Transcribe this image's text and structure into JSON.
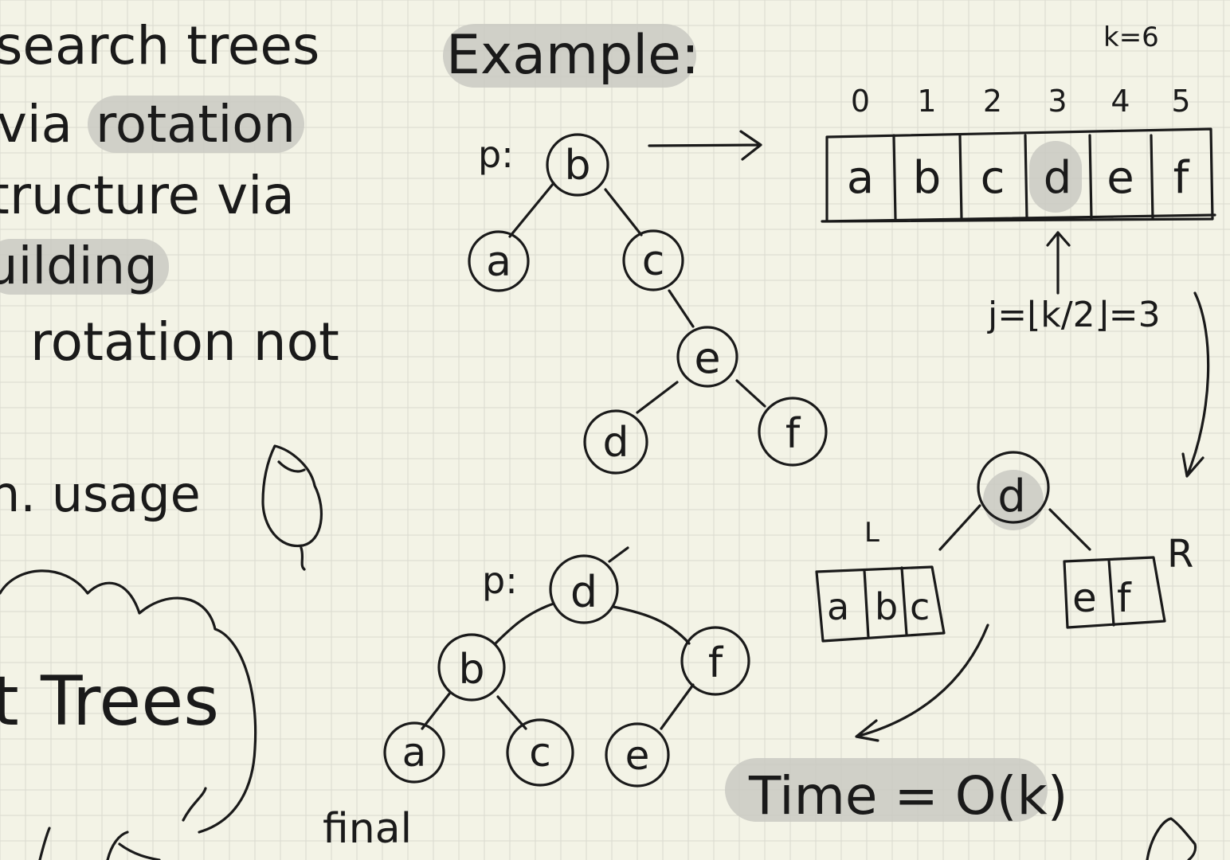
{
  "left_column": {
    "lines": [
      "search trees",
      "via",
      "rotation",
      "tructure via",
      "uilding",
      "rotation not",
      "n. usage",
      "t Trees"
    ]
  },
  "example": {
    "title": "Example:",
    "k_label": "k=6",
    "p_label_top": "p:",
    "p_label_bottom": "p:",
    "tree_before": [
      "b",
      "a",
      "c",
      "e",
      "d",
      "f"
    ],
    "array_indices": [
      "0",
      "1",
      "2",
      "3",
      "4",
      "5"
    ],
    "array_values": [
      "a",
      "b",
      "c",
      "d",
      "e",
      "f"
    ],
    "j_formula": "j=⌊k/2⌋=3",
    "root_label": "d",
    "L_label": "L",
    "R_label": "R",
    "left_subarray": [
      "a",
      "b",
      "c"
    ],
    "right_subarray": [
      "e",
      "f"
    ],
    "tree_after": [
      "d",
      "b",
      "f",
      "a",
      "c",
      "e"
    ],
    "final_label": "final",
    "time_label": "Time = O(k)"
  },
  "colors": {
    "paper": "#f3f3e6",
    "grid": "#d9d9cf",
    "ink": "#1a1a1a",
    "highlight": "#c9c9c2"
  }
}
